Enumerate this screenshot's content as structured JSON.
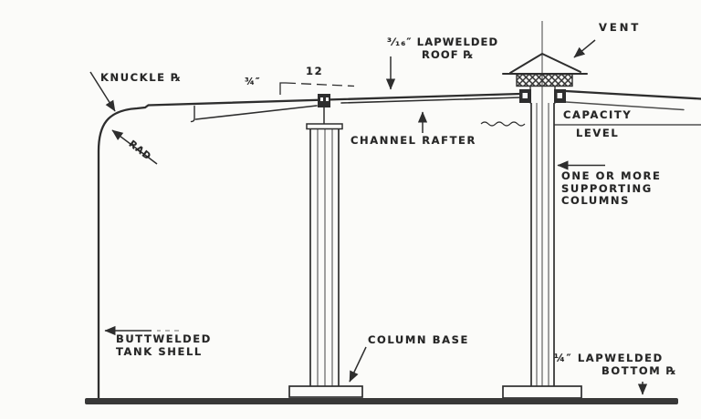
{
  "diagram": {
    "type": "technical-drawing",
    "subject": "Welded steel storage tank cross-section",
    "ink_color": "#2e2e2e",
    "paper_color": "#fbfbf9",
    "bottom_plate_color": "#383838",
    "labels": {
      "knuckle": "KNUCKLE ℞",
      "rad": "RAD",
      "dim_plate": "¾″",
      "dim_spacing": "12",
      "roof_l1": "³⁄₁₆″ LAPWELDED",
      "roof_l2": "ROOF ℞",
      "vent": "VENT",
      "capacity_l1": "CAPACITY",
      "capacity_l2": "LEVEL",
      "channel_rafter": "CHANNEL RAFTER",
      "columns_l1": "ONE OR MORE",
      "columns_l2": "SUPPORTING",
      "columns_l3": "COLUMNS",
      "shell_l1": "BUTTWELDED",
      "shell_l2": "TANK SHELL",
      "column_base": "COLUMN BASE",
      "bottom_l1": "¼″ LAPWELDED",
      "bottom_l2": "BOTTOM ℞"
    }
  }
}
